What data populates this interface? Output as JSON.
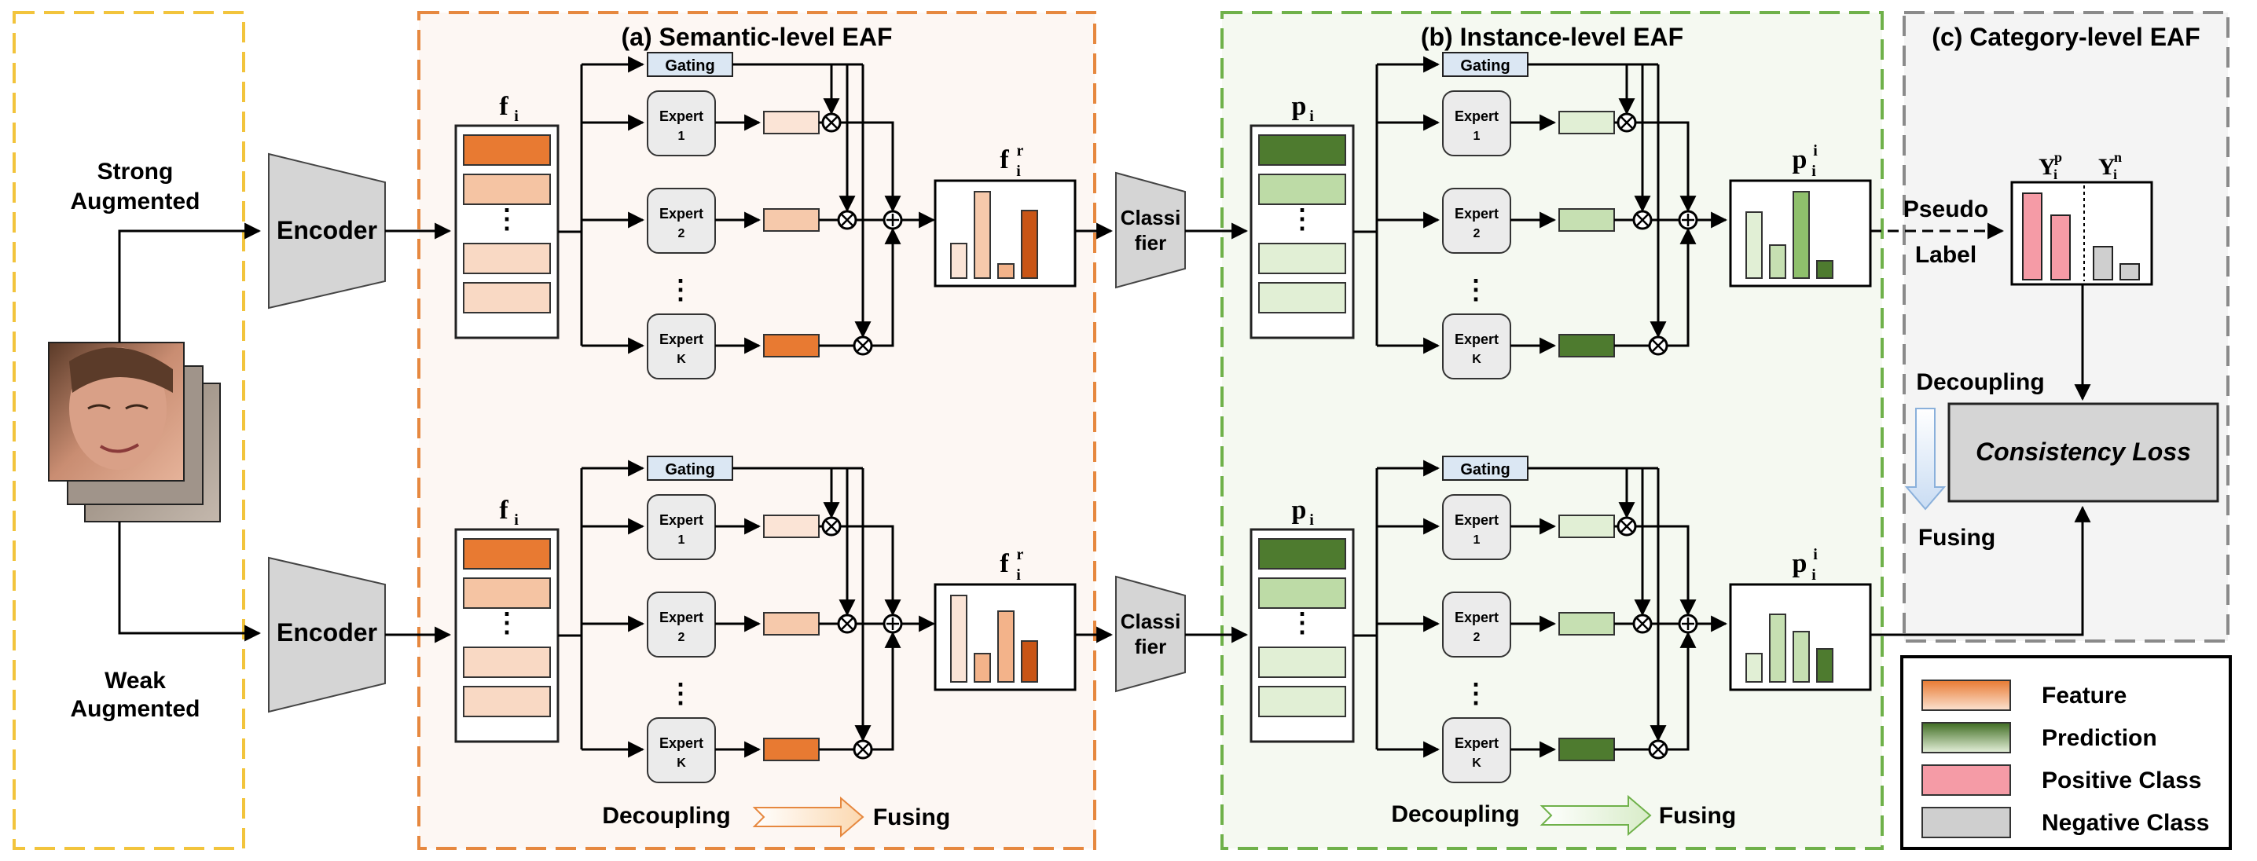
{
  "panels": {
    "semantic": {
      "title": "(a) Semantic-level EAF"
    },
    "instance": {
      "title": "(b) Instance-level EAF"
    },
    "category": {
      "title": "(c) Category-level EAF"
    }
  },
  "inputs": {
    "strong_label_line1": "Strong",
    "strong_label_line2": "Augmented",
    "weak_label_line1": "Weak",
    "weak_label_line2": "Augmented"
  },
  "encoder": {
    "label": "Encoder"
  },
  "classifier": {
    "label_line1": "Classi",
    "label_line2": "fier"
  },
  "moe": {
    "gating_label": "Gating",
    "expert_label": "Expert",
    "expert_ids": [
      "1",
      "2",
      "K"
    ],
    "vertical_dots": "⋮"
  },
  "symbols": {
    "feature": "f",
    "feature_sub": "i",
    "refined": "f",
    "refined_sub": "i",
    "refined_sup": "r",
    "prediction": "p",
    "prediction_sub": "i",
    "inst_pred": "p",
    "inst_pred_sub": "i",
    "inst_pred_sup": "i",
    "pos_set": "Y",
    "pos_set_sub": "i",
    "pos_set_sup": "p",
    "neg_set": "Y",
    "neg_set_sub": "i",
    "neg_set_sup": "n"
  },
  "flow": {
    "decoupling": "Decoupling",
    "fusing": "Fusing"
  },
  "pseudo": {
    "line1": "Pseudo",
    "line2": "Label"
  },
  "loss": {
    "label": "Consistency Loss"
  },
  "legend": {
    "items": [
      {
        "label": "Feature",
        "color": "#f3a26a"
      },
      {
        "label": "Prediction",
        "color": "#4e7b2f"
      },
      {
        "label": "Positive Class",
        "color": "#f59ba6"
      },
      {
        "label": "Negative Class",
        "color": "#cfcfcf"
      }
    ]
  },
  "colors": {
    "yellow_border": "#f2c43c",
    "orange_border": "#e6883f",
    "green_border": "#6fb14a",
    "gray_border": "#8a8a8a",
    "orange_fill": "#fdf7f3",
    "green_fill": "#f5f9f1",
    "gray_fill": "#f4f4f4"
  }
}
